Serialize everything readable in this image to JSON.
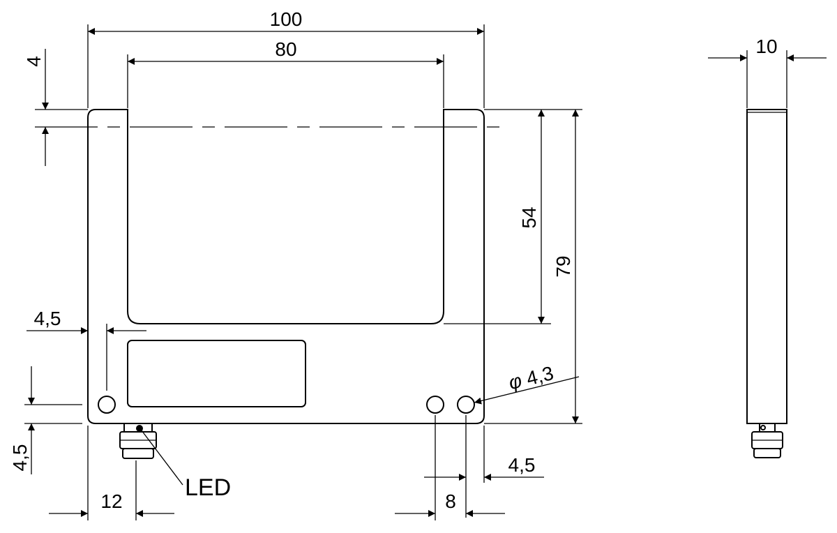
{
  "front_view": {
    "dim_overall_width": "100",
    "dim_slot_width": "80",
    "dim_top_offset": "4",
    "dim_slot_depth": "54",
    "dim_overall_height": "79",
    "dim_left_hole_offset": "4,5",
    "dim_bottom_hole_offset": "4,5",
    "dim_hole_diameter_symbol": "φ",
    "dim_hole_diameter": "4,3",
    "dim_right_hole_offset": "4,5",
    "dim_connector_offset": "12",
    "dim_hole_spacing": "8",
    "led_label": "LED"
  },
  "side_view": {
    "dim_thickness": "10"
  }
}
